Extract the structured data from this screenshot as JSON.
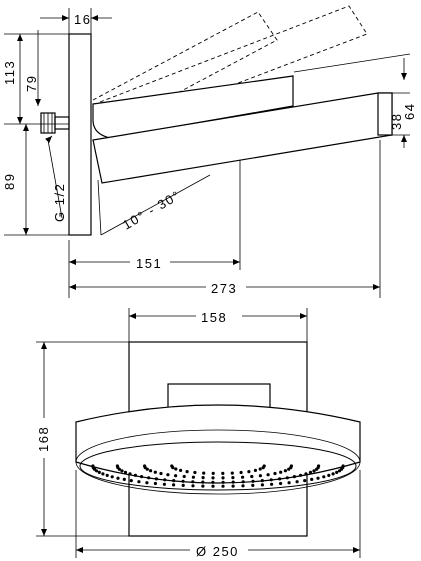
{
  "dimensions": {
    "top_wall_offset": "16",
    "height_above": "113",
    "pipe_to_arm": "79",
    "height_below": "89",
    "connection_thread": "G 1/2",
    "tilt_angle": "10° - 30°",
    "reach_short": "151",
    "reach_total": "273",
    "head_thickness_outer": "64",
    "head_thickness_inner": "38",
    "plate_width": "158",
    "plate_height": "168",
    "head_diameter": "Ø 250"
  }
}
